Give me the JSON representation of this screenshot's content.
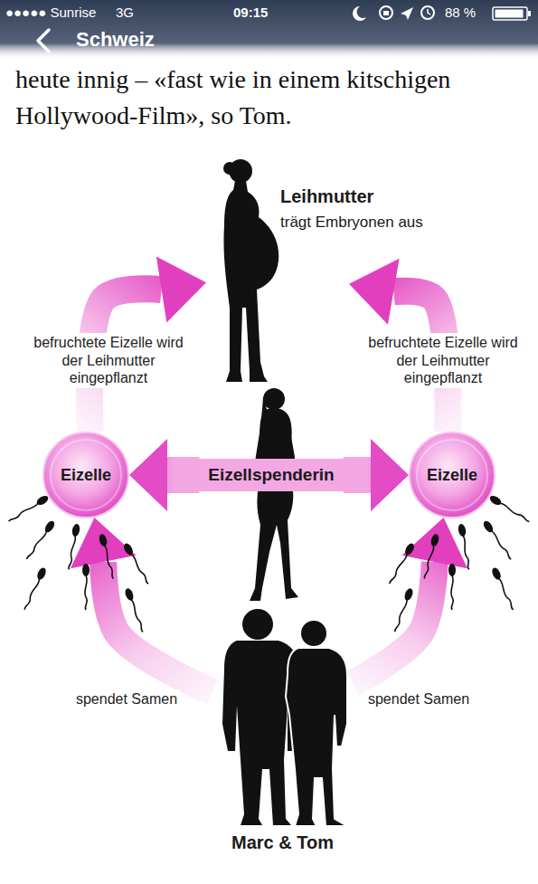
{
  "diagram": {
    "nodes": [
      {
        "text": [
          "Leihmutter",
          "trägt Embryonen aus"
        ]
      },
      {
        "text": [
          "Eizelle"
        ]
      },
      {
        "text": [
          "Eizellspenderin"
        ]
      },
      {
        "text": [
          "Eizelle"
        ]
      },
      {
        "text": [
          "Marc & Tom"
        ]
      }
    ],
    "edges": [
      {
        "from": 4,
        "to": 1,
        "arrow": "to",
        "label": "spendet Samen"
      },
      {
        "from": 4,
        "to": 3,
        "arrow": "to",
        "label": "spendet Samen"
      },
      {
        "from": 1,
        "to": 0,
        "arrow": "to",
        "label": "befruchtete Eizelle wird der Leihmutter eingepflanzt"
      },
      {
        "from": 3,
        "to": 0,
        "arrow": "to",
        "label": "befruchtete Eizelle wird der Leihmutter eingepflanzt"
      },
      {
        "from": 2,
        "to": 1,
        "arrow": "to"
      },
      {
        "from": 2,
        "to": 3,
        "arrow": "to"
      }
    ],
    "labels": [
      "●●●●● Sunrise",
      "3G",
      "09:15",
      "88 %",
      "Schweiz",
      "heute innig – «fast wie in einem kitschigen Hollywood-Film», so Tom."
    ]
  }
}
